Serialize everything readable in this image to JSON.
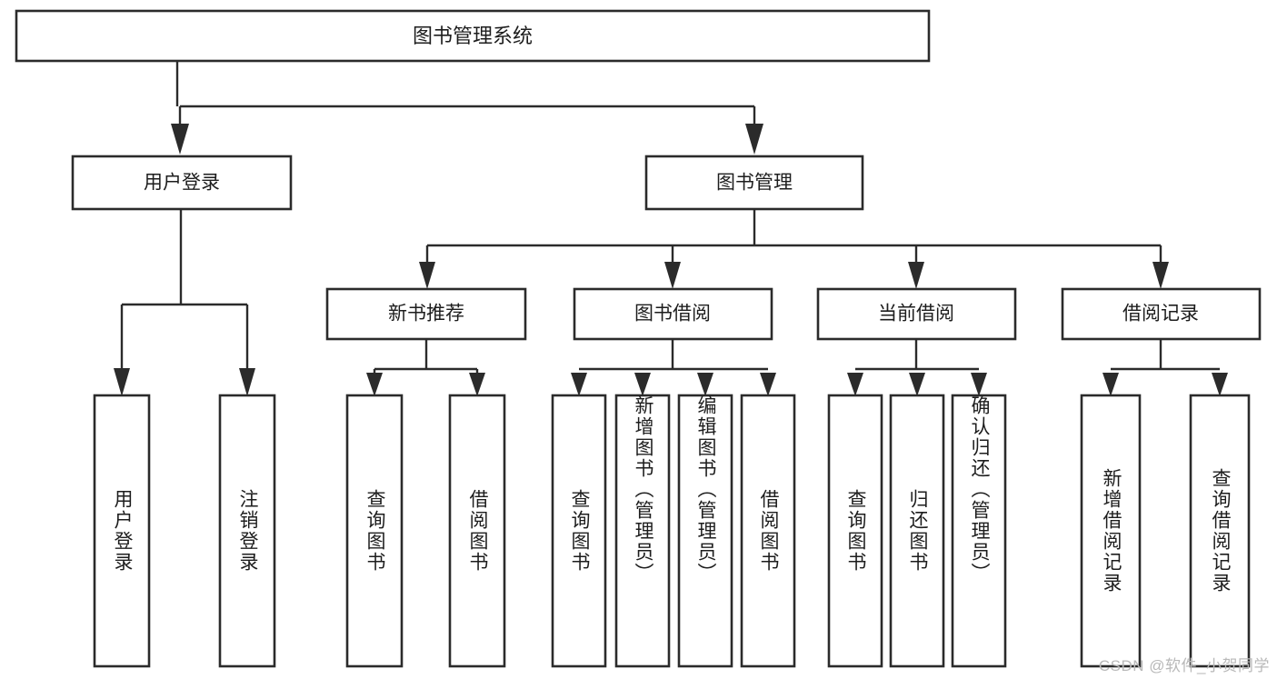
{
  "diagram": {
    "title": "图书管理系统",
    "type": "hierarchy-tree",
    "root": {
      "id": "root",
      "label": "图书管理系统"
    },
    "level2": [
      {
        "id": "user-login",
        "label": "用户登录"
      },
      {
        "id": "book-manage",
        "label": "图书管理"
      }
    ],
    "level3": [
      {
        "id": "new-book-recommend",
        "label": "新书推荐",
        "parent": "book-manage"
      },
      {
        "id": "book-borrow",
        "label": "图书借阅",
        "parent": "book-manage"
      },
      {
        "id": "current-borrow",
        "label": "当前借阅",
        "parent": "book-manage"
      },
      {
        "id": "borrow-record",
        "label": "借阅记录",
        "parent": "book-manage"
      }
    ],
    "leaves": {
      "user_login": [
        {
          "id": "leaf-user-login",
          "label": "用户登录"
        },
        {
          "id": "leaf-logout-login",
          "label": "注销登录"
        }
      ],
      "new_book_recommend": [
        {
          "id": "leaf-query-book-1",
          "label": "查询图书"
        },
        {
          "id": "leaf-borrow-book-1",
          "label": "借阅图书"
        }
      ],
      "book_borrow": [
        {
          "id": "leaf-query-book-2",
          "label": "查询图书"
        },
        {
          "id": "leaf-add-book-admin",
          "label": "新增图书（管理员）"
        },
        {
          "id": "leaf-edit-book-admin",
          "label": "编辑图书（管理员）"
        },
        {
          "id": "leaf-borrow-book-2",
          "label": "借阅图书"
        }
      ],
      "current_borrow": [
        {
          "id": "leaf-query-book-3",
          "label": "查询图书"
        },
        {
          "id": "leaf-return-book",
          "label": "归还图书"
        },
        {
          "id": "leaf-confirm-return-admin",
          "label": "确认归还（管理员）"
        }
      ],
      "borrow_record": [
        {
          "id": "leaf-add-borrow-record",
          "label": "新增借阅记录"
        },
        {
          "id": "leaf-query-borrow-record",
          "label": "查询借阅记录"
        }
      ]
    },
    "colors": {
      "stroke": "#2b2b2b",
      "fill": "#ffffff",
      "text": "#1d1d1d",
      "watermark": "#b9b9b9"
    }
  },
  "watermark": {
    "text": "CSDN @软件_小贺同学"
  }
}
